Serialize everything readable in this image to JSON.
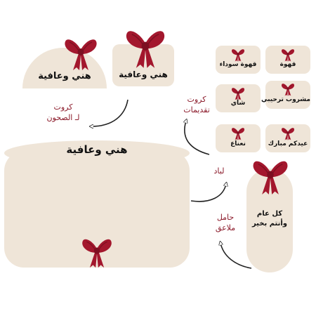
{
  "colors": {
    "cream": "#efe5d8",
    "bow": "#a3172d",
    "bow_dark": "#7d0f21",
    "note": "#8b1a2a"
  },
  "plate_card_half": {
    "text": "هني وعافية"
  },
  "plate_card_square": {
    "text": "هني وعافية"
  },
  "plate_label": {
    "line1": "كروت",
    "line2": "لـ الصحون"
  },
  "tray": {
    "title": "هني وعافية"
  },
  "serving_cards": {
    "label_line1": "كروت",
    "label_line2": "تقديمات",
    "items": [
      "قهوة",
      "قهوة سوداء",
      "مشروب ترحيبي",
      "شاي",
      "عيدكم مبارك",
      "نعناع"
    ]
  },
  "lid_label": {
    "text": "لباد"
  },
  "spoon_holder": {
    "text_line1": "كل عام",
    "text_line2": "وأنتم بخير"
  },
  "spoon_label": {
    "line1": "حامل",
    "line2": "ملاعق"
  }
}
